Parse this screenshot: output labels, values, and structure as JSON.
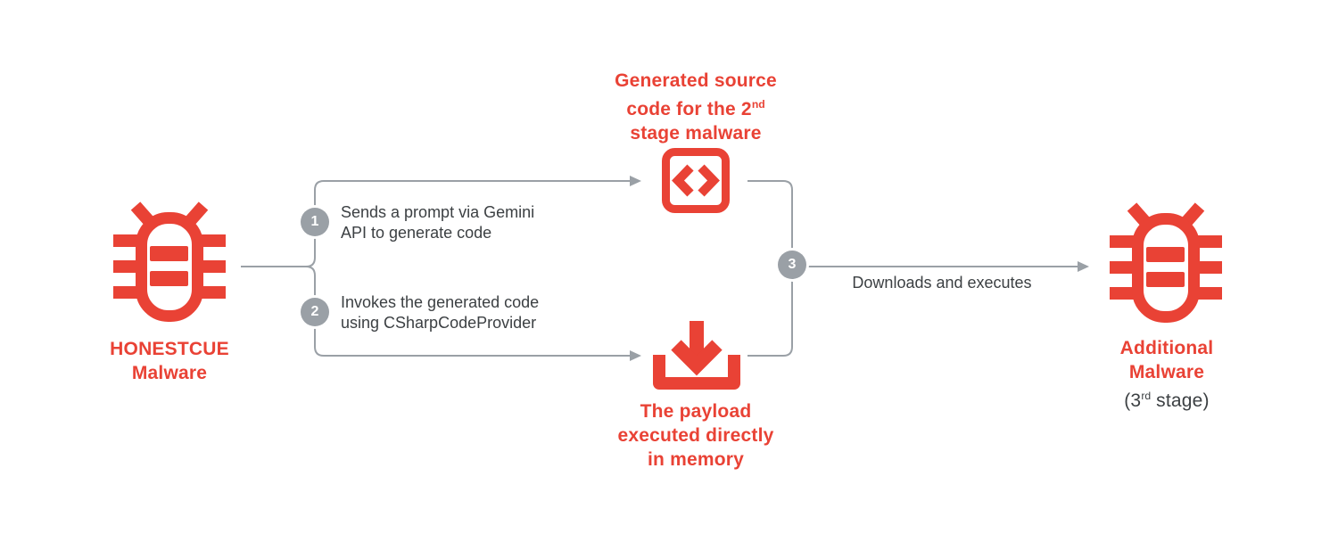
{
  "colors": {
    "red": "#E94235",
    "connector_gray": "#9AA0A6",
    "text_gray": "#3C4043"
  },
  "diagram": {
    "source": {
      "title_line1": "HONESTCUE",
      "title_line2": "Malware"
    },
    "step1": {
      "number": "1",
      "text_line1": "Sends a prompt via Gemini",
      "text_line2": "API to generate code"
    },
    "step2": {
      "number": "2",
      "text_line1": "Invokes the generated code",
      "text_line2": "using CSharpCodeProvider"
    },
    "step3": {
      "number": "3",
      "label": "Downloads and executes"
    },
    "generated_code": {
      "title_line1": "Generated source",
      "title_line2_text": "code for the 2",
      "title_line2_sup": "nd",
      "title_line3": "stage malware"
    },
    "payload": {
      "title_line1": "The payload",
      "title_line2": "executed directly",
      "title_line3": "in memory"
    },
    "target": {
      "title_line1": "Additional",
      "title_line2": "Malware",
      "subtitle_pre": "(3",
      "subtitle_sup": "rd",
      "subtitle_post": " stage)"
    }
  }
}
